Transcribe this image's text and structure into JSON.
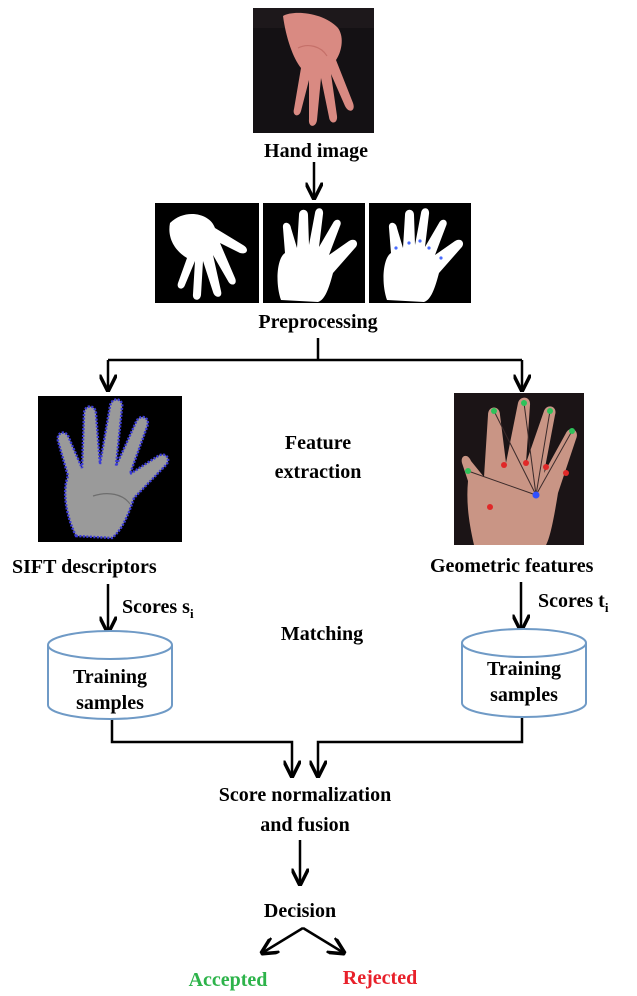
{
  "nodes": {
    "hand_image": "Hand image",
    "preprocessing": "Preprocessing",
    "feature_extraction_l1": "Feature",
    "feature_extraction_l2": "extraction",
    "sift": "SIFT descriptors",
    "geometric": "Geometric features",
    "scores_s": "Scores s",
    "scores_s_sub": "i",
    "scores_t": "Scores t",
    "scores_t_sub": "i",
    "matching": "Matching",
    "training_left_l1": "Training",
    "training_left_l2": "samples",
    "training_right_l1": "Training",
    "training_right_l2": "samples",
    "fusion_l1": "Score normalization",
    "fusion_l2": "and fusion",
    "decision": "Decision",
    "accepted": "Accepted",
    "rejected": "Rejected"
  },
  "colors": {
    "accepted": "#2db34a",
    "rejected": "#e8202a",
    "cylinder_stroke": "#6f9ac6",
    "sift_outline": "#3b3bd6"
  }
}
